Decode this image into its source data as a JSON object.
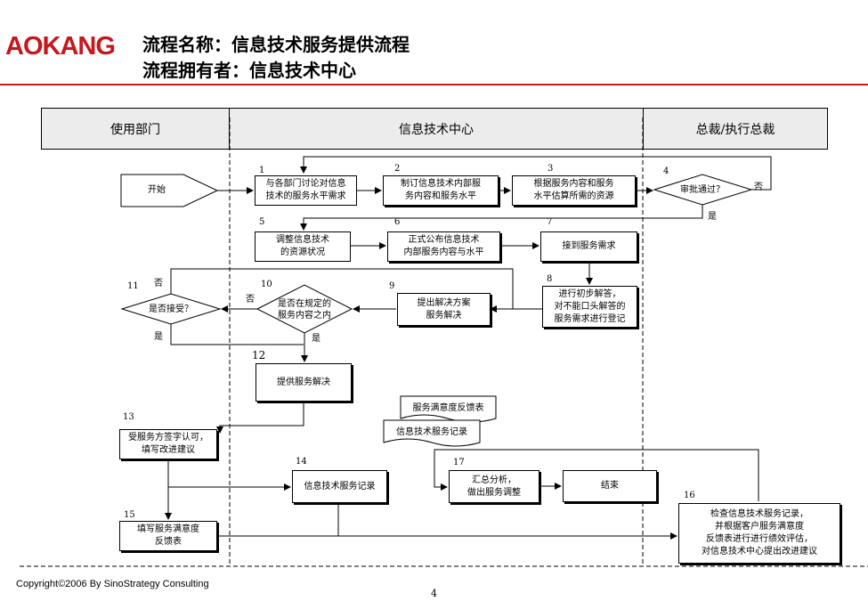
{
  "header": {
    "logo": "AOKANG",
    "title_line1": "流程名称：信息技术服务提供流程",
    "title_line2": "流程拥有者：信息技术中心",
    "brand_color": "#c8161d"
  },
  "lanes": [
    "使用部门",
    "信息技术中心",
    "总裁/执行总裁"
  ],
  "steps": {
    "start": "开始",
    "s1": "与各部门讨论对信息\n技术的服务水平需求",
    "s2": "制订信息技术内部服\n务内容和服务水平",
    "s3": "根据服务内容和服务\n水平估算所需的资源",
    "s4": "审批通过？",
    "s5": "调整信息技术\n的资源状况",
    "s6": "正式公布信息技术\n内部服务内容与水平",
    "s7": "接到服务需求",
    "s8": "进行初步解答，\n对不能口头解答的\n服务需求进行登记",
    "s9": "提出解决方案\n服务解决",
    "s10": "是否在规定的\n服务内容之内",
    "s11": "是否接受？",
    "s12": "提供服务解决",
    "s13": "受服务方签字认可，\n填写改进建议",
    "s14": "信息技术服务记录",
    "s15": "填写服务满意度\n反馈表",
    "s16": "检查信息技术服务记录，\n并根据客户服务满意度\n反馈表进行进行绩效评估，\n对信息技术中心提出改进建议",
    "s17": "汇总分析，\n做出服务调整",
    "end": "结束",
    "doc_feedback": "服务满意度反馈表",
    "doc_record": "信息技术服务记录"
  },
  "numbers": {
    "n1": "1",
    "n2": "2",
    "n3": "3",
    "n4": "4",
    "n5": "5",
    "n6": "6",
    "n7": "7",
    "n8": "8",
    "n9": "9",
    "n10": "10",
    "n11": "11",
    "n12": "12",
    "n13": "13",
    "n14": "14",
    "n15": "15",
    "n16": "16",
    "n17": "17"
  },
  "branches": {
    "yes": "是",
    "no": "否"
  },
  "footer": {
    "copyright": "Copyright©2006 By SinoStrategy Consulting",
    "page": "4"
  }
}
